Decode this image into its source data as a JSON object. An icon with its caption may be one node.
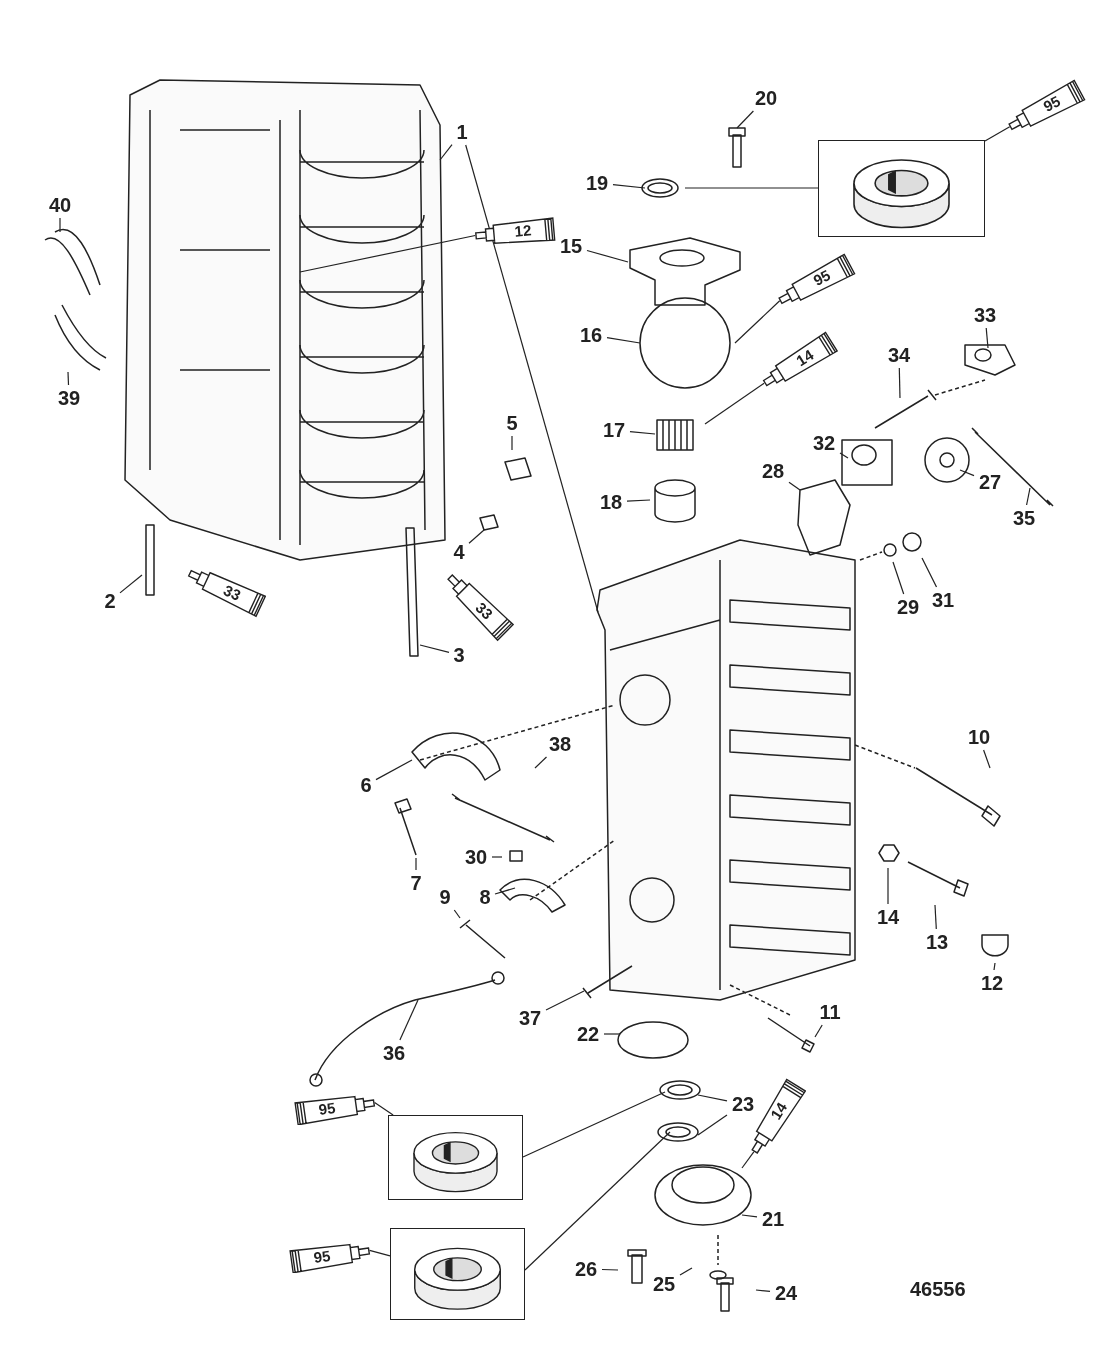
{
  "diagram": {
    "nodes": [
      {
        "text": [
          "1"
        ]
      },
      {
        "text": [
          "20"
        ]
      },
      {
        "text": [
          "19"
        ]
      },
      {
        "text": [
          "95"
        ]
      },
      {
        "text": [],
        "shape": "picture"
      },
      {
        "text": [
          "15"
        ]
      },
      {
        "text": [
          "12"
        ]
      },
      {
        "text": [
          "16"
        ]
      },
      {
        "text": [
          "95"
        ]
      },
      {
        "text": [
          "17"
        ]
      },
      {
        "text": [
          "14"
        ]
      },
      {
        "text": [
          "18"
        ]
      },
      {
        "text": [
          "40"
        ]
      },
      {
        "text": [
          "39"
        ]
      },
      {
        "text": [
          "5"
        ]
      },
      {
        "text": [
          "33"
        ]
      },
      {
        "text": [
          "34"
        ]
      },
      {
        "text": [
          "32"
        ]
      },
      {
        "text": [
          "28"
        ]
      },
      {
        "text": [
          "27"
        ]
      },
      {
        "text": [
          "35"
        ]
      },
      {
        "text": [
          "4"
        ]
      },
      {
        "text": [
          "2"
        ]
      },
      {
        "text": [
          "33"
        ]
      },
      {
        "text": [
          "33"
        ]
      },
      {
        "text": [
          "3"
        ]
      },
      {
        "text": [
          "29"
        ]
      },
      {
        "text": [
          "31"
        ]
      },
      {
        "text": [
          "10"
        ]
      },
      {
        "text": [
          "6"
        ]
      },
      {
        "text": [
          "38"
        ]
      },
      {
        "text": [
          "7"
        ]
      },
      {
        "text": [
          "30"
        ]
      },
      {
        "text": [
          "8"
        ]
      },
      {
        "text": [
          "9"
        ]
      },
      {
        "text": [
          "14"
        ]
      },
      {
        "text": [
          "13"
        ]
      },
      {
        "text": [
          "12"
        ]
      },
      {
        "text": [
          "11"
        ]
      },
      {
        "text": [
          "37"
        ]
      },
      {
        "text": [
          "22"
        ]
      },
      {
        "text": [
          "36"
        ]
      },
      {
        "text": [
          "95"
        ]
      },
      {
        "text": [
          "23"
        ]
      },
      {
        "text": [],
        "shape": "picture"
      },
      {
        "text": [
          "14"
        ]
      },
      {
        "text": [
          "21"
        ]
      },
      {
        "text": [
          "95"
        ]
      },
      {
        "text": [],
        "shape": "picture"
      },
      {
        "text": [
          "26"
        ]
      },
      {
        "text": [
          "25"
        ]
      },
      {
        "text": [
          "24"
        ]
      }
    ],
    "edges": [
      {
        "from": 0,
        "to": null,
        "arrow": "none"
      },
      {
        "from": 0,
        "to": null,
        "arrow": "none"
      },
      {
        "from": 1,
        "to": null,
        "arrow": "none"
      },
      {
        "from": 2,
        "to": null,
        "arrow": "none"
      },
      {
        "from": 3,
        "to": 4,
        "arrow": "none"
      },
      {
        "from": 4,
        "to": null,
        "arrow": "none"
      },
      {
        "from": 5,
        "to": null,
        "arrow": "none"
      },
      {
        "from": 6,
        "to": null,
        "arrow": "none"
      },
      {
        "from": 7,
        "to": null,
        "arrow": "none"
      },
      {
        "from": 8,
        "to": null,
        "arrow": "none"
      },
      {
        "from": 9,
        "to": null,
        "arrow": "none"
      },
      {
        "from": 10,
        "to": null,
        "arrow": "none"
      },
      {
        "from": 11,
        "to": null,
        "arrow": "none"
      },
      {
        "from": 12,
        "to": null,
        "arrow": "none"
      },
      {
        "from": 13,
        "to": null,
        "arrow": "none"
      },
      {
        "from": 14,
        "to": null,
        "arrow": "none"
      },
      {
        "from": 15,
        "to": null,
        "arrow": "none"
      },
      {
        "from": 16,
        "to": null,
        "arrow": "none"
      },
      {
        "from": 17,
        "to": null,
        "arrow": "none"
      },
      {
        "from": 18,
        "to": null,
        "arrow": "none"
      },
      {
        "from": 19,
        "to": null,
        "arrow": "none"
      },
      {
        "from": 20,
        "to": null,
        "arrow": "none"
      },
      {
        "from": 21,
        "to": null,
        "arrow": "none"
      },
      {
        "from": 22,
        "to": null,
        "arrow": "none"
      },
      {
        "from": 25,
        "to": null,
        "arrow": "none"
      },
      {
        "from": 26,
        "to": null,
        "arrow": "none"
      },
      {
        "from": 27,
        "to": null,
        "arrow": "none"
      },
      {
        "from": 28,
        "to": null,
        "arrow": "none"
      },
      {
        "from": 29,
        "to": null,
        "arrow": "none"
      },
      {
        "from": 30,
        "to": null,
        "arrow": "none"
      },
      {
        "from": 31,
        "to": null,
        "arrow": "none"
      },
      {
        "from": 32,
        "to": null,
        "arrow": "none"
      },
      {
        "from": 33,
        "to": null,
        "arrow": "none"
      },
      {
        "from": 34,
        "to": null,
        "arrow": "none"
      },
      {
        "from": 35,
        "to": null,
        "arrow": "none"
      },
      {
        "from": 36,
        "to": null,
        "arrow": "none"
      },
      {
        "from": 37,
        "to": null,
        "arrow": "none"
      },
      {
        "from": 38,
        "to": null,
        "arrow": "none"
      },
      {
        "from": 39,
        "to": null,
        "arrow": "none"
      },
      {
        "from": 40,
        "to": null,
        "arrow": "none"
      },
      {
        "from": 41,
        "to": null,
        "arrow": "none"
      },
      {
        "from": 42,
        "to": 44,
        "arrow": "none"
      },
      {
        "from": 43,
        "to": null,
        "arrow": "none"
      },
      {
        "from": 43,
        "to": null,
        "arrow": "none"
      },
      {
        "from": 44,
        "to": null,
        "arrow": "none"
      },
      {
        "from": 45,
        "to": null,
        "arrow": "none"
      },
      {
        "from": 46,
        "to": null,
        "arrow": "none"
      },
      {
        "from": 47,
        "to": 48,
        "arrow": "none"
      },
      {
        "from": 48,
        "to": null,
        "arrow": "none"
      },
      {
        "from": 49,
        "to": null,
        "arrow": "none"
      },
      {
        "from": 50,
        "to": null,
        "arrow": "none"
      },
      {
        "from": 51,
        "to": null,
        "arrow": "none"
      }
    ],
    "labels": [
      "46556"
    ]
  }
}
